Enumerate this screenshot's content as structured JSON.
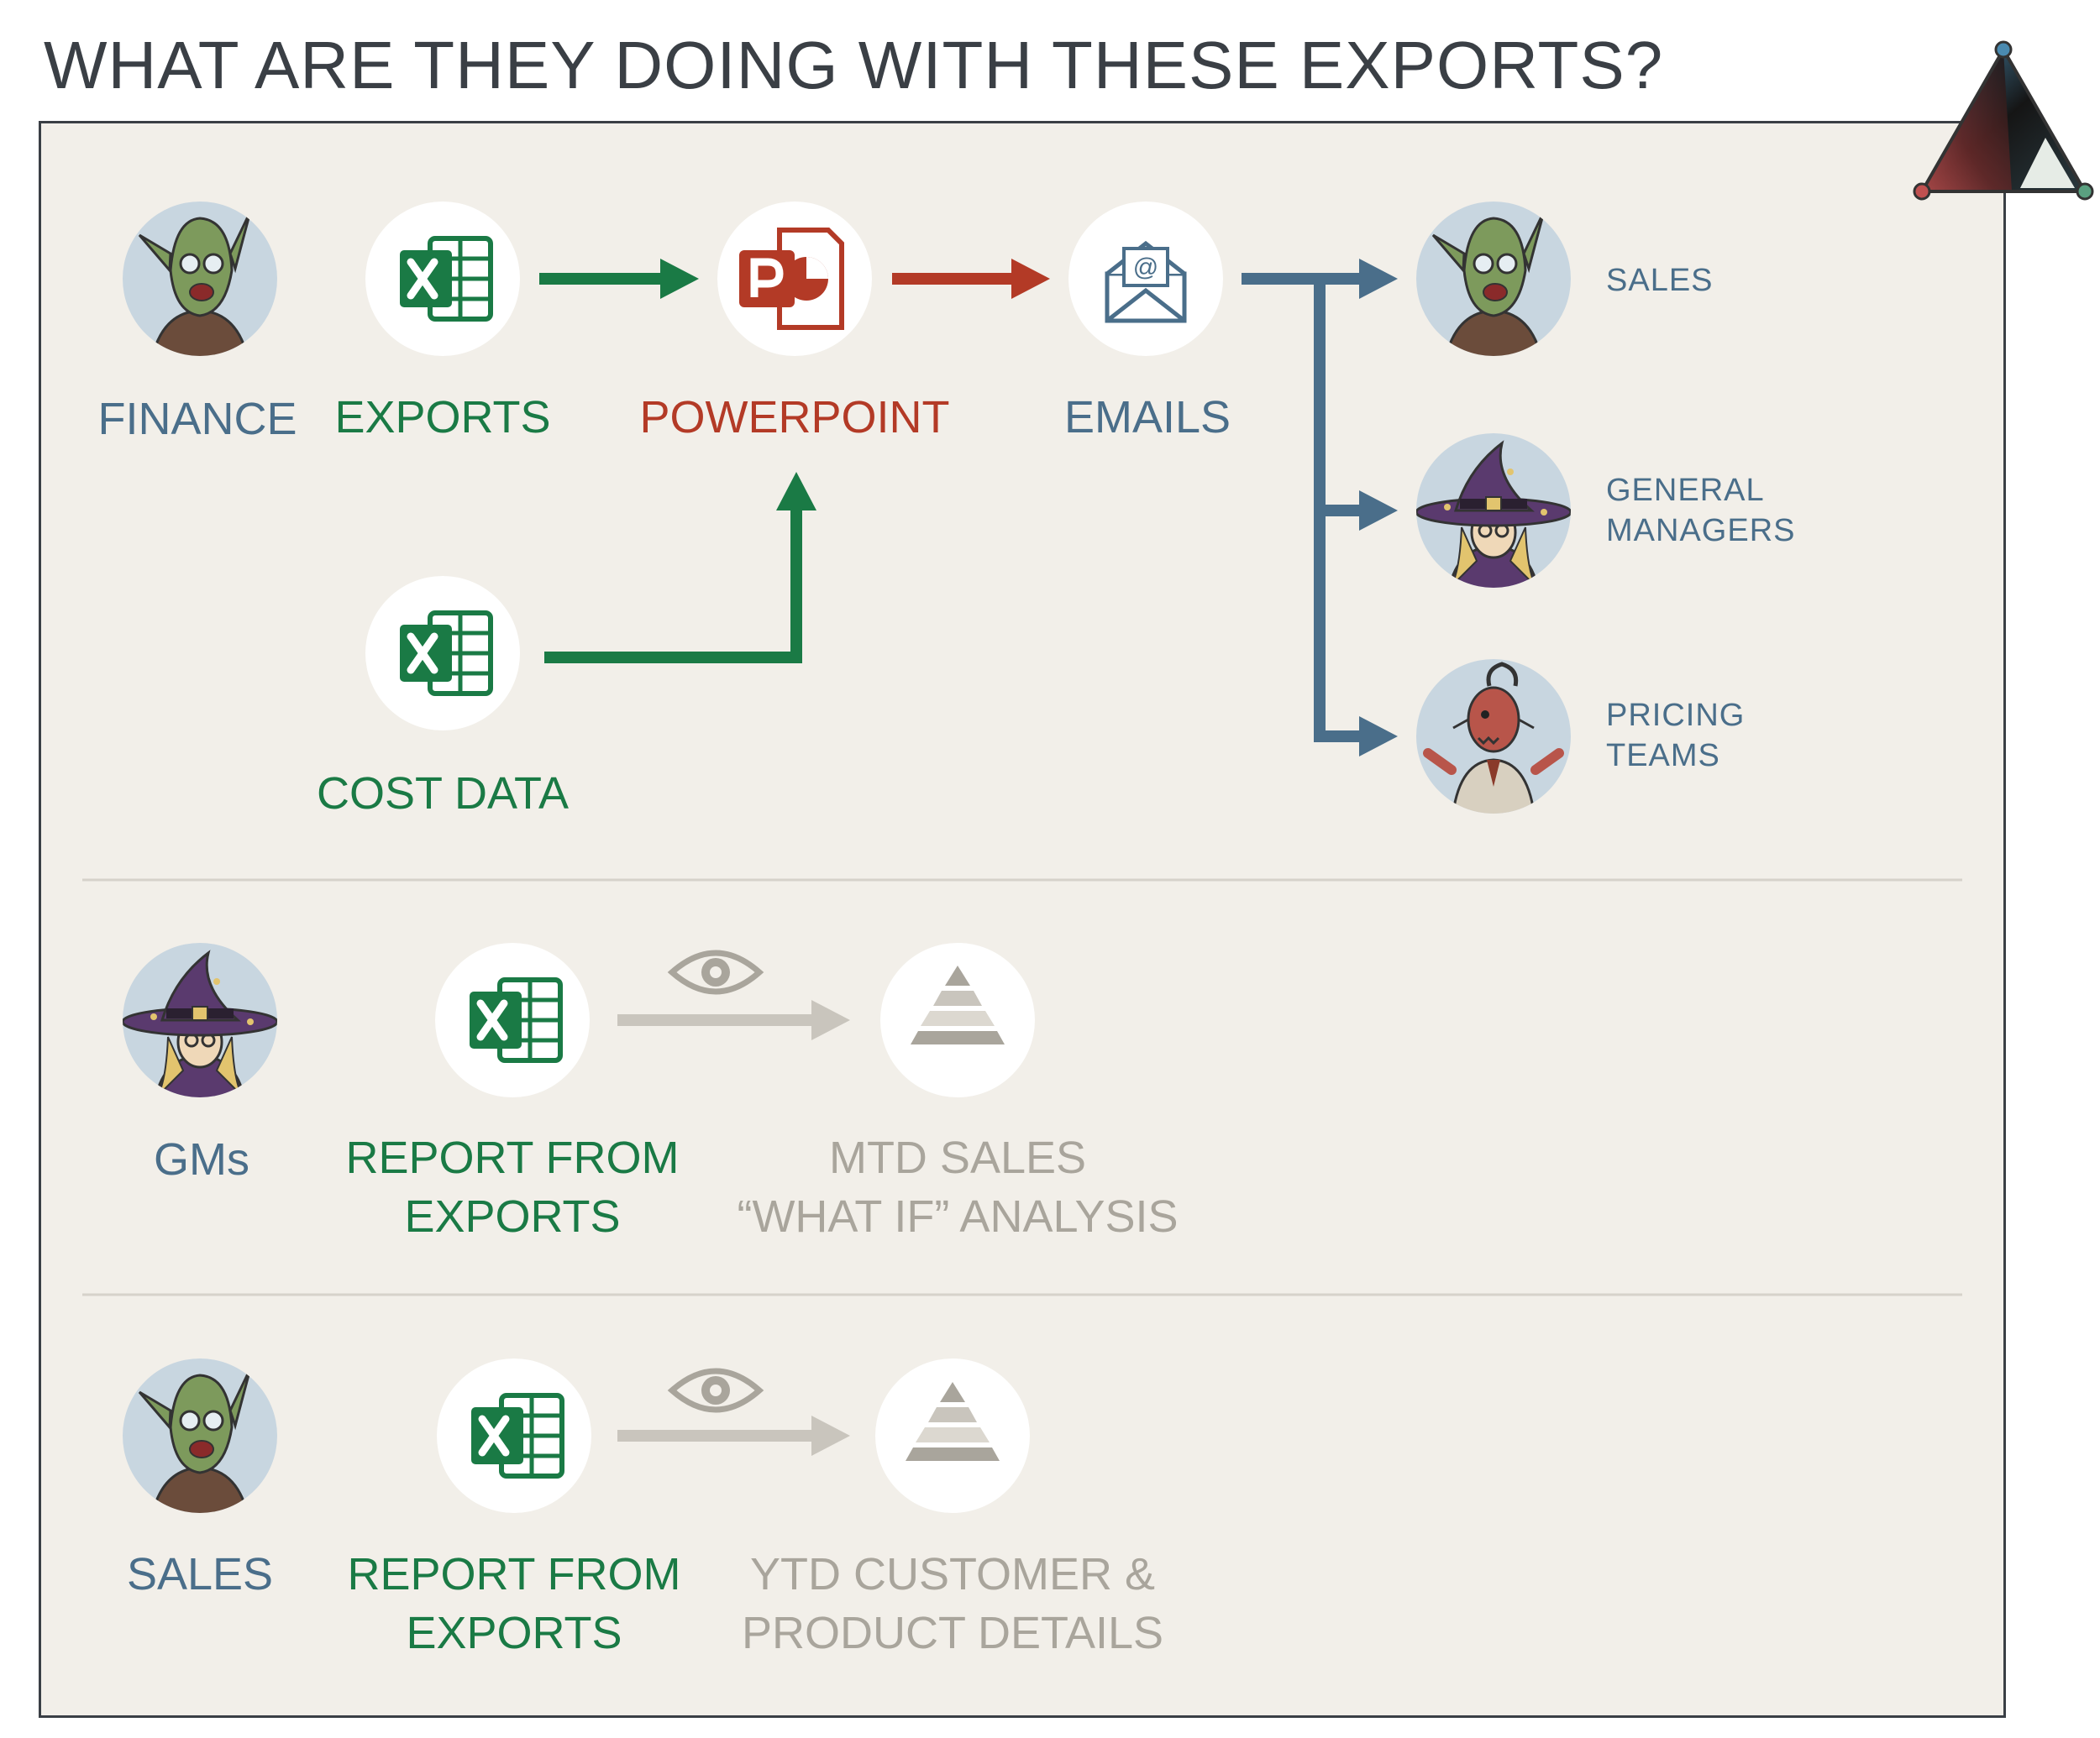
{
  "title": "WHAT ARE THEY DOING WITH THESE EXPORTS?",
  "colors": {
    "blue": "#4a6e8a",
    "green": "#1a7a45",
    "red": "#b33a26",
    "gray": "#c9c5bd",
    "panel": "#f2efe9"
  },
  "top_flow": {
    "finance_label": "FINANCE",
    "exports_label": "EXPORTS",
    "powerpoint_label": "POWERPOINT",
    "emails_label": "EMAILS",
    "cost_data_label": "COST DATA",
    "recipients": [
      {
        "lines": [
          "SALES"
        ]
      },
      {
        "lines": [
          "GENERAL",
          "MANAGERS"
        ]
      },
      {
        "lines": [
          "PRICING",
          "TEAMS"
        ]
      }
    ]
  },
  "gm_row": {
    "person_label": "GMs",
    "report_lines": [
      "REPORT FROM",
      "EXPORTS"
    ],
    "result_lines": [
      "MTD SALES",
      "“WHAT IF” ANALYSIS"
    ]
  },
  "sales_row": {
    "person_label": "SALES",
    "report_lines": [
      "REPORT FROM",
      "EXPORTS"
    ],
    "result_lines": [
      "YTD CUSTOMER &",
      "PRODUCT DETAILS"
    ]
  },
  "icons": [
    "goblin-avatar-icon",
    "wizard-avatar-icon",
    "demon-avatar-icon",
    "excel-icon",
    "powerpoint-icon",
    "email-icon",
    "eye-icon",
    "pyramid-icon",
    "triangle-logo-icon"
  ]
}
